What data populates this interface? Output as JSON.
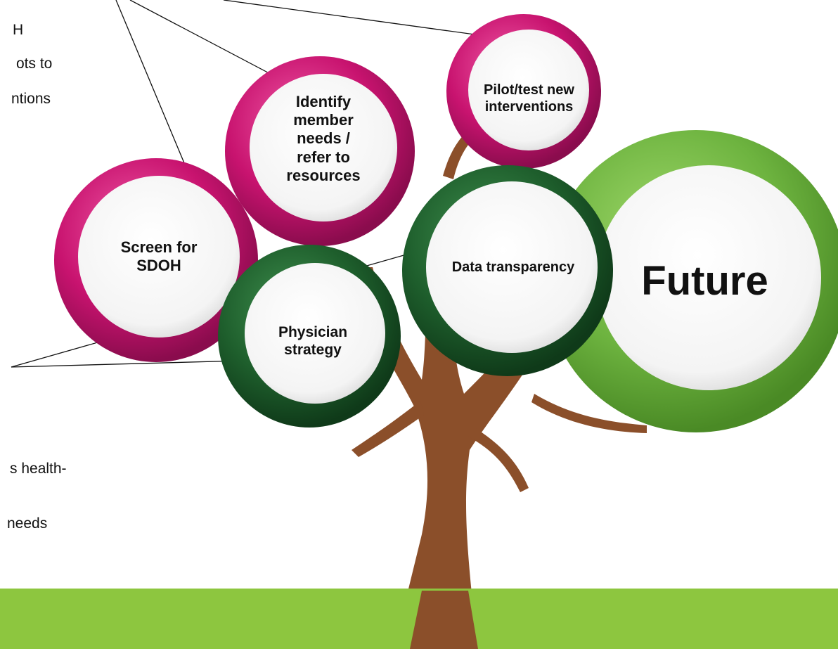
{
  "side_text": {
    "line1": "H",
    "line2": "ots to",
    "line3": "ntions",
    "line4": "s health-",
    "line5": "needs"
  },
  "circles": {
    "screen_sdoh": "Screen for SDOH",
    "identify_needs": "Identify member needs / refer to resources",
    "pilot_test": "Pilot/test new interventions",
    "data_transparency": "Data transparency",
    "physician_strategy": "Physician strategy",
    "future": "Future"
  },
  "colors": {
    "magenta_ring": "#c8136f",
    "dark_green_ring": "#1e5e2c",
    "light_green_ring": "#6db33f",
    "trunk": "#8b4f2a",
    "ground": "#8dc63f"
  }
}
